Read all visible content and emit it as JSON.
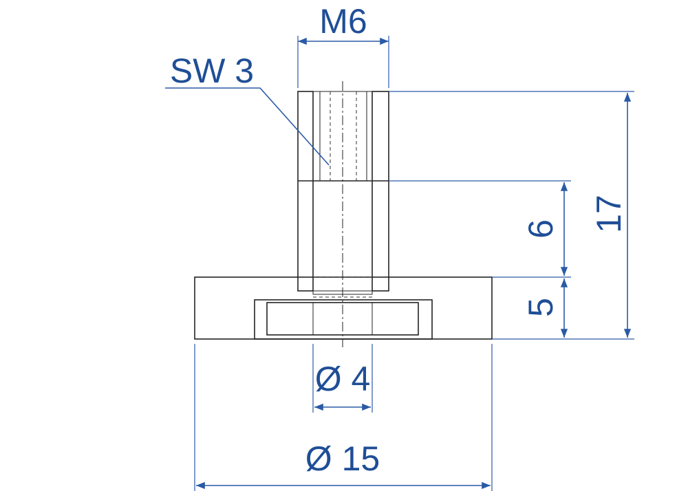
{
  "labels": {
    "thread": "M6",
    "wrench_size": "SW 3",
    "total_height": "17",
    "upper_height": "6",
    "base_height": "5",
    "bore_diameter": "Ø 4",
    "base_diameter": "Ø 15"
  },
  "colors": {
    "dimension": "#1f4e96",
    "outline": "#222222"
  }
}
